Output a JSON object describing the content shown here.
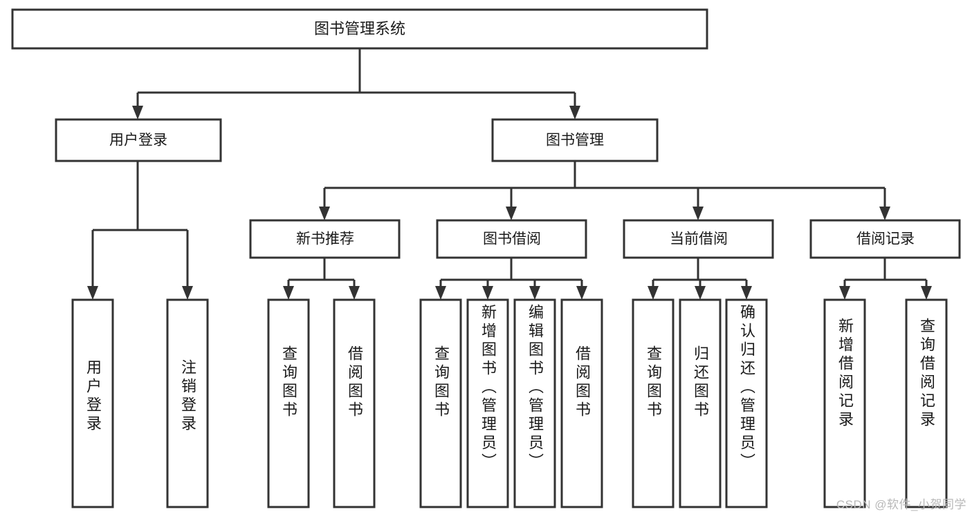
{
  "diagram": {
    "type": "hierarchy-tree",
    "title": "图书管理系统",
    "orientation": "top-down",
    "colors": {
      "box_stroke": "#333333",
      "box_fill": "#ffffff",
      "connector": "#333333",
      "text": "#1a1a1a",
      "watermark": "#b8b8b8",
      "background": "#ffffff"
    },
    "root": {
      "label": "图书管理系统"
    },
    "level2": [
      {
        "label": "用户登录"
      },
      {
        "label": "图书管理"
      }
    ],
    "level3": [
      {
        "label": "新书推荐"
      },
      {
        "label": "图书借阅"
      },
      {
        "label": "当前借阅"
      },
      {
        "label": "借阅记录"
      }
    ],
    "leaves": {
      "user_login": [
        {
          "label": "用户登录"
        },
        {
          "label": "注销登录"
        }
      ],
      "new_book_recommend": [
        {
          "label": "查询图书"
        },
        {
          "label": "借阅图书"
        }
      ],
      "book_borrow": [
        {
          "label": "查询图书"
        },
        {
          "label": "新增图书（管理员）"
        },
        {
          "label": "编辑图书（管理员）"
        },
        {
          "label": "借阅图书"
        }
      ],
      "current_borrow": [
        {
          "label": "查询图书"
        },
        {
          "label": "归还图书"
        },
        {
          "label": "确认归还（管理员）"
        }
      ],
      "borrow_record": [
        {
          "label": "新增借阅记录"
        },
        {
          "label": "查询借阅记录"
        }
      ]
    }
  },
  "watermark": {
    "text": "CSDN @软件_小贺同学"
  }
}
